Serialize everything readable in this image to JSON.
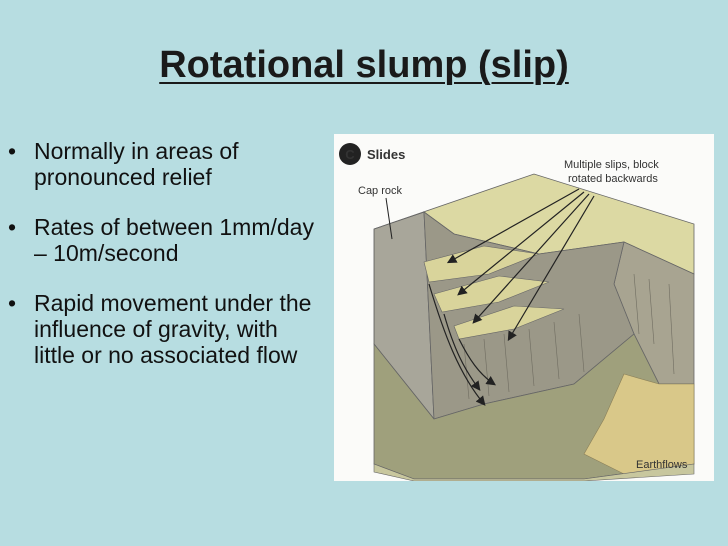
{
  "slide": {
    "title": "Rotational slump (slip)",
    "bullets": [
      "Normally in areas of pronounced relief",
      "Rates of between 1mm/day – 10m/second",
      "Rapid movement under the influence of gravity, with little or no associated flow"
    ]
  },
  "figure": {
    "badge": "C",
    "heading": "Slides",
    "label_cap_rock": "Cap rock",
    "label_slips_line1": "Multiple slips, block",
    "label_slips_line2": "rotated backwards",
    "label_earthflows": "Earthflows"
  },
  "colors": {
    "background": "#b7dde1",
    "plateau": "#dcd9a3",
    "cliff_face": "#9a978a",
    "ground": "#9fa07c",
    "earthflow": "#d9c889"
  }
}
